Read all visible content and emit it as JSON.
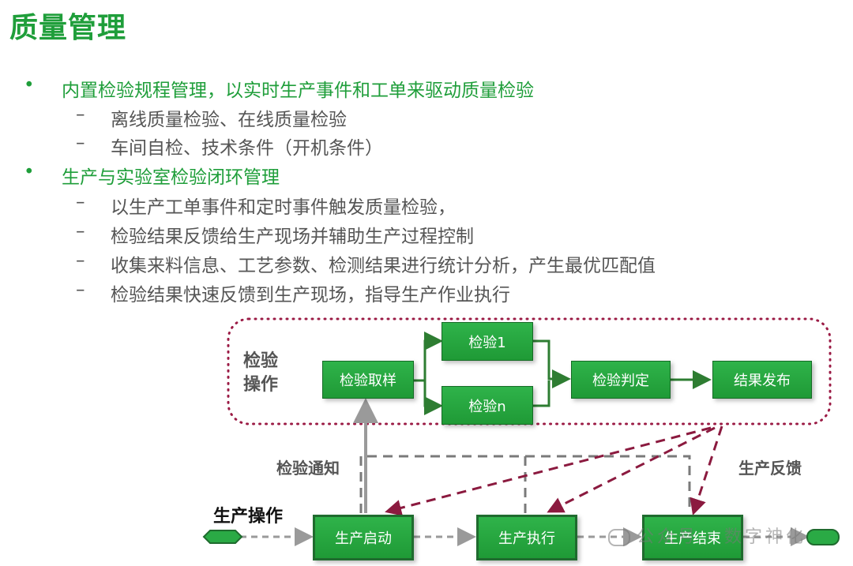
{
  "title": "质量管理",
  "bullets": [
    {
      "text": "内置检验规程管理，以实时生产事件和工单来驱动质量检验",
      "subs": [
        "离线质量检验、在线质量检验",
        "车间自检、技术条件（开机条件）"
      ]
    },
    {
      "text": "生产与实验室检验闭环管理",
      "subs": [
        "以生产工单事件和定时事件触发质量检验，",
        "检验结果反馈给生产现场并辅助生产过程控制",
        "收集来料信息、工艺参数、检测结果进行统计分析，产生最优匹配值",
        "检验结果快速反馈到生产现场，指导生产作业执行"
      ]
    }
  ],
  "markers": {
    "level1": "•",
    "level2": "–"
  },
  "diagram": {
    "inspection_ops_label_line1": "检验",
    "inspection_ops_label_line2": "操作",
    "boxes": {
      "sampling": "检验取样",
      "inspect_1": "检验1",
      "inspect_n": "检验n",
      "judgement": "检验判定",
      "result_publish": "结果发布",
      "prod_start": "生产启动",
      "prod_execute": "生产执行",
      "prod_end": "生产结束"
    },
    "inspection_notice_label": "检验通知",
    "production_feedback_label": "生产反馈",
    "production_ops_label": "生产操作"
  },
  "watermark": "公众号 · 数字神化",
  "colors": {
    "accent_green": "#1f9e3a",
    "box_green": "#2aaa45",
    "dotted_border": "#9b1b45",
    "feedback_arrow": "#8b1a3f",
    "gray_text": "#555555"
  }
}
